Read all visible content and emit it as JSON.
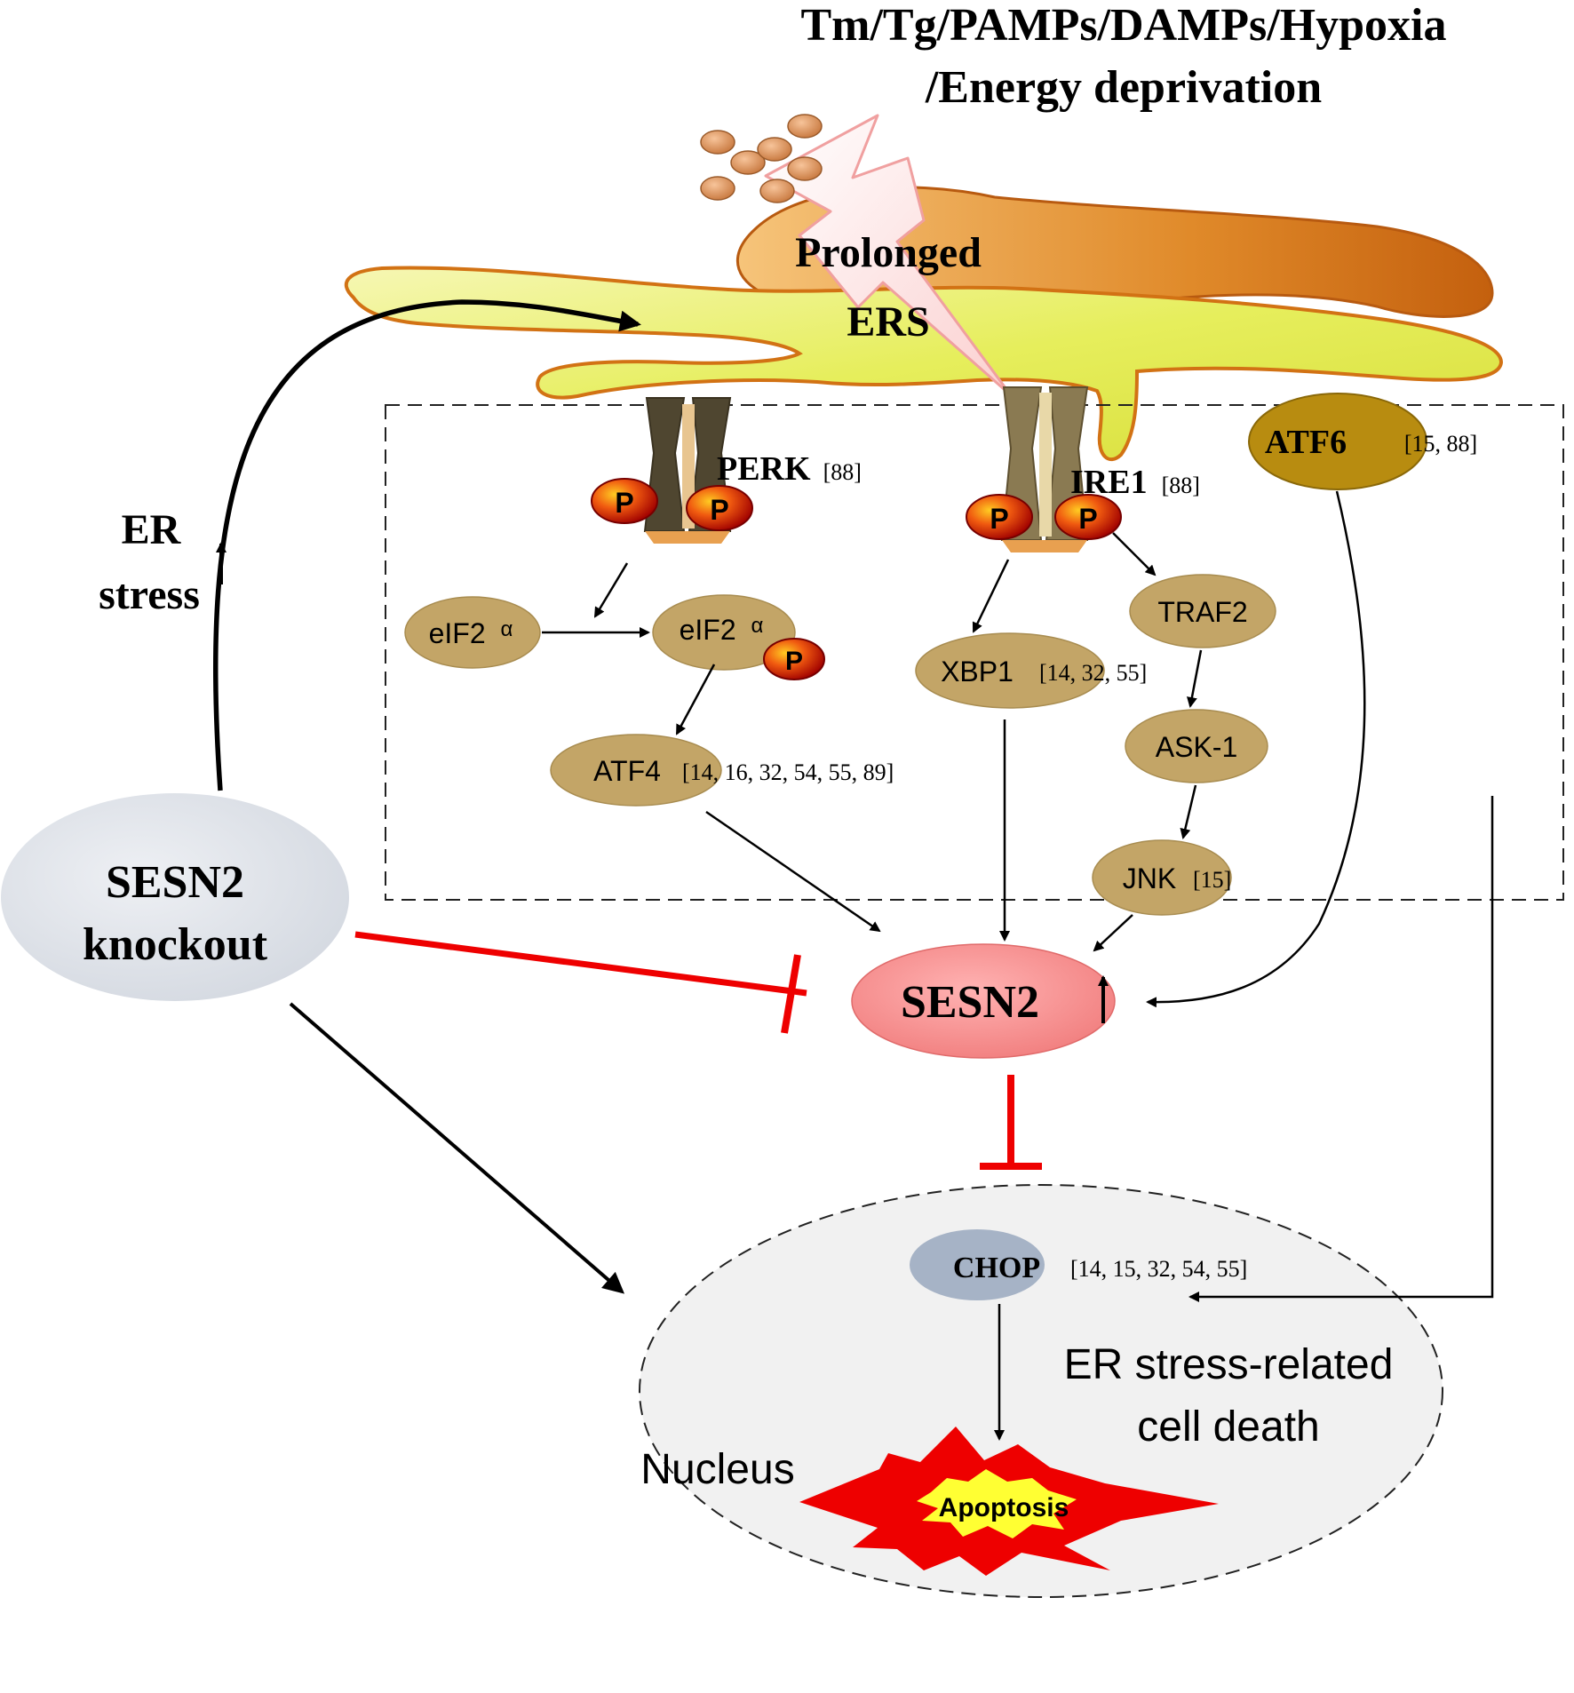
{
  "stimulus": {
    "line1": "Tm/Tg/PAMPs/DAMPs/Hypoxia",
    "line2": "/Energy deprivation"
  },
  "ers": {
    "line1": "Prolonged",
    "line2": "ERS"
  },
  "er_stress": {
    "line1": "ER",
    "line2": "stress"
  },
  "sensors": {
    "perk": {
      "label": "PERK",
      "ref": "[88]"
    },
    "ire1": {
      "label": "IRE1",
      "ref": "[88]"
    },
    "atf6": {
      "label": "ATF6",
      "ref": "[15, 88]"
    }
  },
  "phospho_label": "P",
  "nodes": {
    "eif2a": {
      "label": "eIF2",
      "greek": "α"
    },
    "eif2a_p": {
      "label": "eIF2",
      "greek": "α"
    },
    "atf4": {
      "label": "ATF4",
      "ref": "[14, 16, 32, 54, 55, 89]"
    },
    "xbp1": {
      "label": "XBP1",
      "ref": "[14, 32, 55]"
    },
    "traf2": {
      "label": "TRAF2"
    },
    "ask1": {
      "label": "ASK-1"
    },
    "jnk": {
      "label": "JNK",
      "ref": "[15]"
    },
    "sesn2": {
      "label": "SESN2"
    },
    "knockout": {
      "line1": "SESN2",
      "line2": "knockout"
    },
    "chop": {
      "label": "CHOP",
      "ref": "[14, 15, 32, 54, 55]"
    }
  },
  "nucleus": {
    "label": "Nucleus",
    "death_line1": "ER stress-related",
    "death_line2": "cell death",
    "apoptosis": "Apoptosis"
  },
  "colors": {
    "node_tan": "#c3a567",
    "atf6_gold": "#b88c10",
    "sesn2_pink": "#f58b8b",
    "knockout_gray": "#dde1e8",
    "chop_blue": "#a6b3c6",
    "inhibit_red": "#ee0000",
    "er_yellow": "#ecf06c",
    "er_orange": "#d4731a",
    "channel_dark": "#4f4630",
    "channel_mid": "#8a7a52"
  }
}
